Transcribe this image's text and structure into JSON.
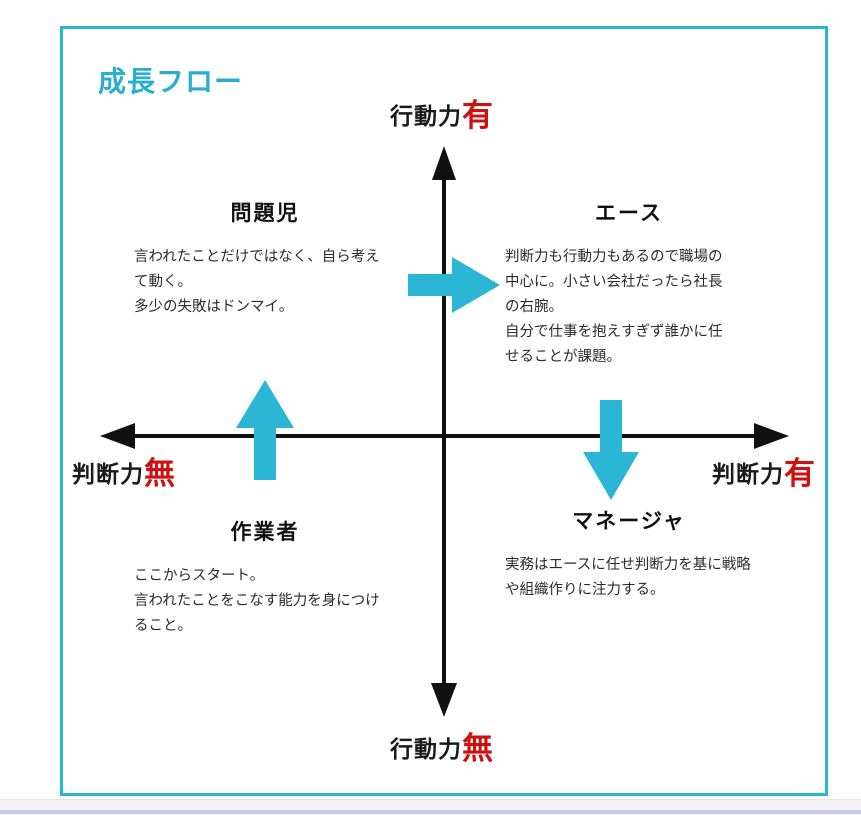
{
  "diagram": {
    "title": "成長フロー",
    "accent_color": "#29aed0",
    "arrow_color": "#29b6d2",
    "axis_color": "#111111",
    "emphasis_color": "#cc1111",
    "axes": {
      "top": {
        "text": "行動力",
        "emphasis": "有"
      },
      "bottom": {
        "text": "行動力",
        "emphasis": "無"
      },
      "left": {
        "text": "判断力",
        "emphasis": "無"
      },
      "right": {
        "text": "判断力",
        "emphasis": "有"
      }
    },
    "quadrants": [
      {
        "id": "problem-child",
        "heading": "問題児",
        "body": "言われたことだけではなく、自ら考え\nて動く。\n多少の失敗はドンマイ。"
      },
      {
        "id": "ace",
        "heading": "エース",
        "body": "判断力も行動力もあるので職場の\n中心に。小さい会社だったら社長\nの右腕。\n自分で仕事を抱えすぎず誰かに任\nせることが課題。"
      },
      {
        "id": "worker",
        "heading": "作業者",
        "body": "ここからスタート。\n言われたことをこなす能力を身につけ\nること。"
      },
      {
        "id": "manager",
        "heading": "マネージャ",
        "body": "実務はエースに任せ判断力を基に戦略\nや組織作りに注力する。"
      }
    ],
    "flow_arrows": [
      {
        "id": "worker-to-problem-child",
        "direction": "up"
      },
      {
        "id": "problem-child-to-ace",
        "direction": "right"
      },
      {
        "id": "ace-to-manager",
        "direction": "down"
      }
    ]
  }
}
